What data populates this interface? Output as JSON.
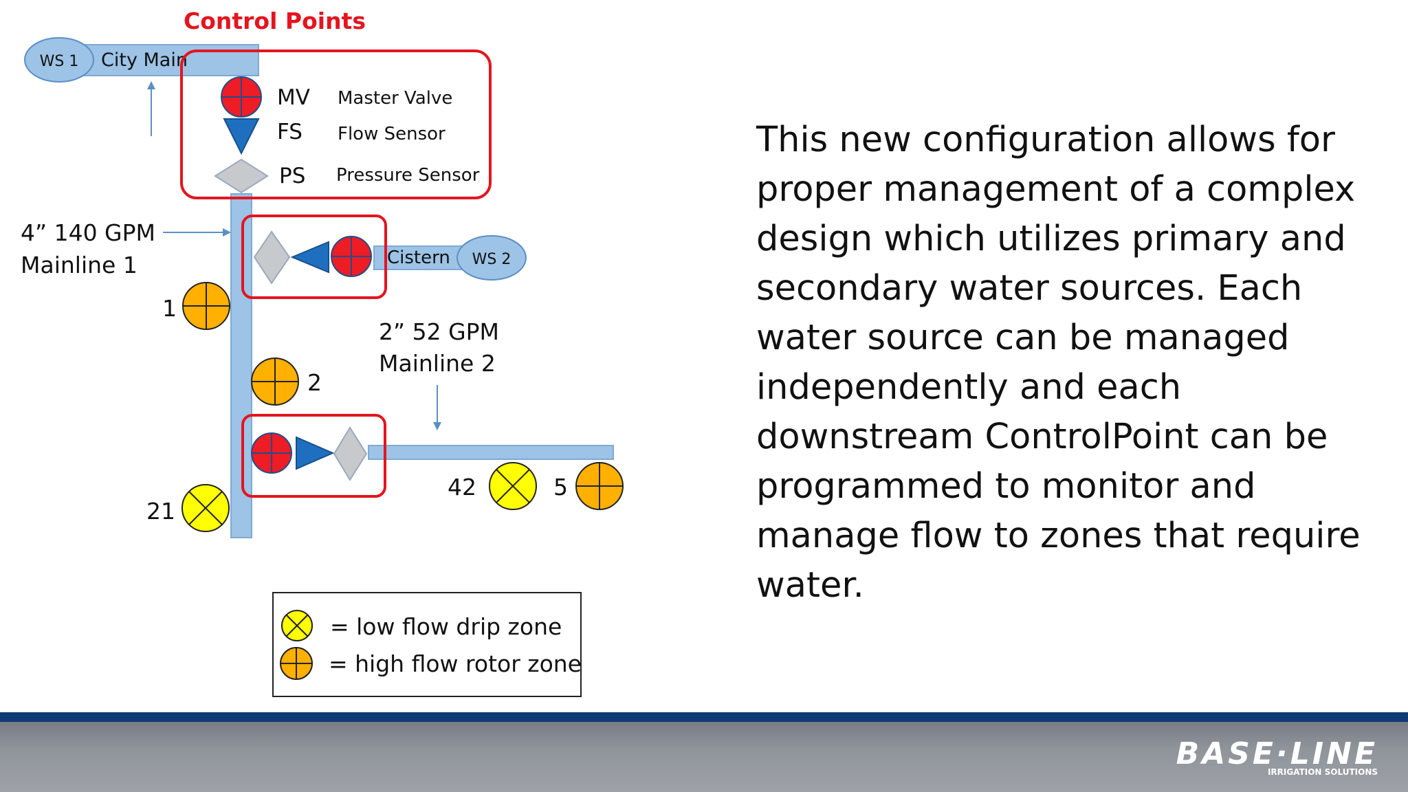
{
  "control_points_title": "Control Points",
  "ws1": "WS 1",
  "city_main": "City Main",
  "ws2": "WS 2",
  "cistern": "Cistern",
  "legend_items": [
    {
      "code": "MV",
      "label": "Master Valve"
    },
    {
      "code": "FS",
      "label": "Flow Sensor"
    },
    {
      "code": "PS",
      "label": "Pressure Sensor"
    }
  ],
  "mainline1": {
    "line1": "4” 140 GPM",
    "line2": "Mainline 1"
  },
  "mainline2": {
    "line1": "2” 52 GPM",
    "line2": "Mainline 2"
  },
  "zones": {
    "z1": "1",
    "z2": "2",
    "z21": "21",
    "z42": "42",
    "z5": "5"
  },
  "key": {
    "low_flow": "= low flow drip zone",
    "high_flow": "= high flow rotor zone"
  },
  "description": "This new configuration allows for proper management of a complex design which utilizes primary and secondary water sources. Each water source can be managed independently and each downstream ControlPoint can be programmed to monitor and manage flow to zones that require water.",
  "brand": {
    "name": "BASE·LINE",
    "tagline": "IRRIGATION SOLUTIONS"
  },
  "colors": {
    "pipe": "#9dc3e6",
    "valve_red": "#ee1c25",
    "sensor_blue": "#1f6fc1",
    "highlight_box": "#e3151f",
    "rotor_orange": "#ffb000",
    "drip_yellow": "#ffff00",
    "footer_stripe": "#103a75"
  }
}
